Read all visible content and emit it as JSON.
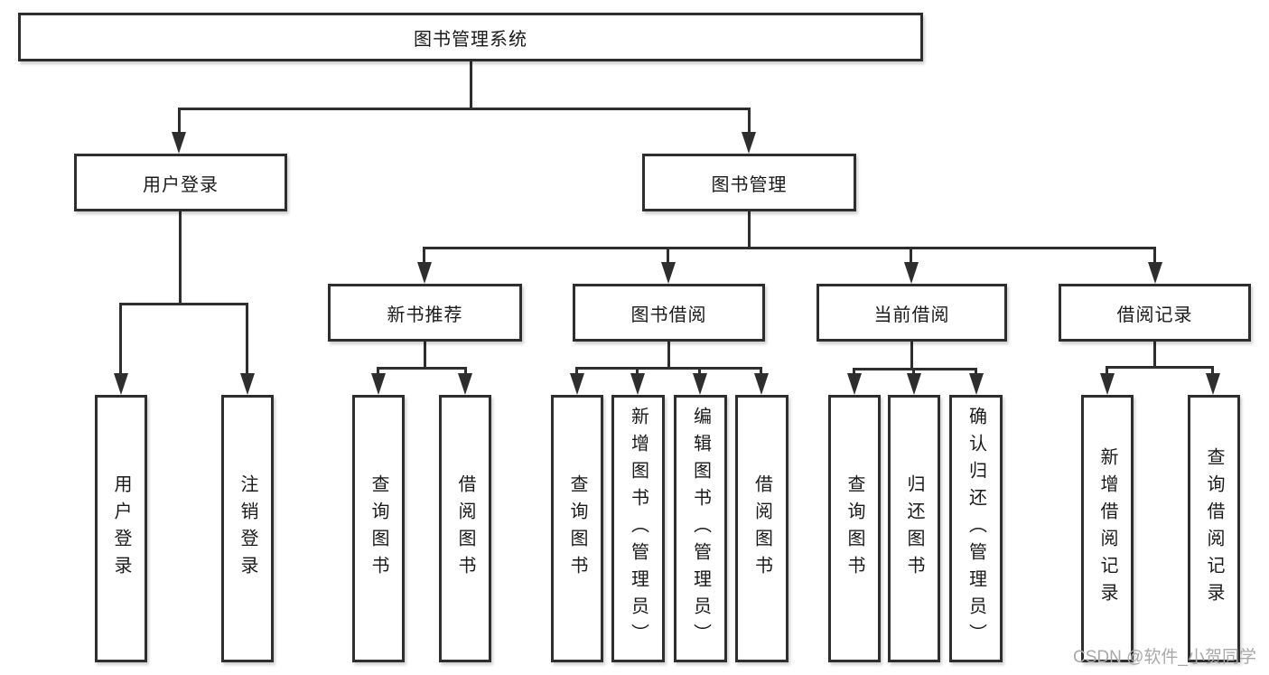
{
  "nodes": {
    "system": {
      "label": "图书管理系统"
    },
    "user_login": {
      "label": "用户登录"
    },
    "book_management": {
      "label": "图书管理"
    },
    "new_book_recommend": {
      "label": "新书推荐"
    },
    "book_borrowing": {
      "label": "图书借阅"
    },
    "current_borrowing": {
      "label": "当前借阅"
    },
    "borrowing_records": {
      "label": "借阅记录"
    },
    "leaf_user_login": {
      "label": "用户登录"
    },
    "leaf_logout": {
      "label": "注销登录"
    },
    "leaf_query_books_a": {
      "label": "查询图书"
    },
    "leaf_borrow_books_a": {
      "label": "借阅图书"
    },
    "leaf_query_books_b": {
      "label": "查询图书"
    },
    "leaf_add_books": {
      "label": "新增图书（管理员）"
    },
    "leaf_edit_books": {
      "label": "编辑图书（管理员）"
    },
    "leaf_borrow_books_b": {
      "label": "借阅图书"
    },
    "leaf_query_books_c": {
      "label": "查询图书"
    },
    "leaf_return_books": {
      "label": "归还图书"
    },
    "leaf_confirm_return": {
      "label": "确认归还（管理员）"
    },
    "leaf_add_borrow_record": {
      "label": "新增借阅记录"
    },
    "leaf_query_borrow_record": {
      "label": "查询借阅记录"
    }
  },
  "watermark": {
    "text": "CSDN @软件_小贺同学"
  },
  "colors": {
    "line": "#2e2e2e",
    "text": "#1a1a1a",
    "box-bg": "#ffffff",
    "page-bg": "#ffffff",
    "watermark": "#a9a9a9"
  }
}
